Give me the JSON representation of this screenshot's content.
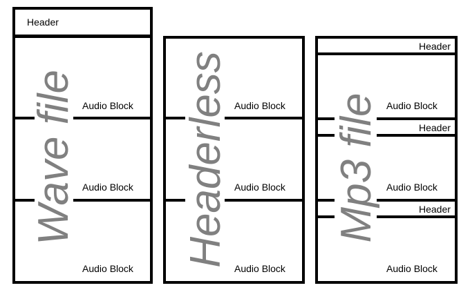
{
  "colors": {
    "stroke": "#000000",
    "watermark_text": "#808080",
    "background": "#ffffff"
  },
  "wave": {
    "title": "Wave file",
    "header_label": "Header",
    "blocks": [
      "Audio Block",
      "Audio Block",
      "Audio Block"
    ]
  },
  "headerless": {
    "title": "Headerless",
    "blocks": [
      "Audio Block",
      "Audio Block",
      "Audio Block"
    ]
  },
  "mp3": {
    "title": "Mp3 file",
    "frames": [
      {
        "header": "Header",
        "block": "Audio Block"
      },
      {
        "header": "Header",
        "block": "Audio Block"
      },
      {
        "header": "Header",
        "block": "Audio Block"
      }
    ]
  }
}
